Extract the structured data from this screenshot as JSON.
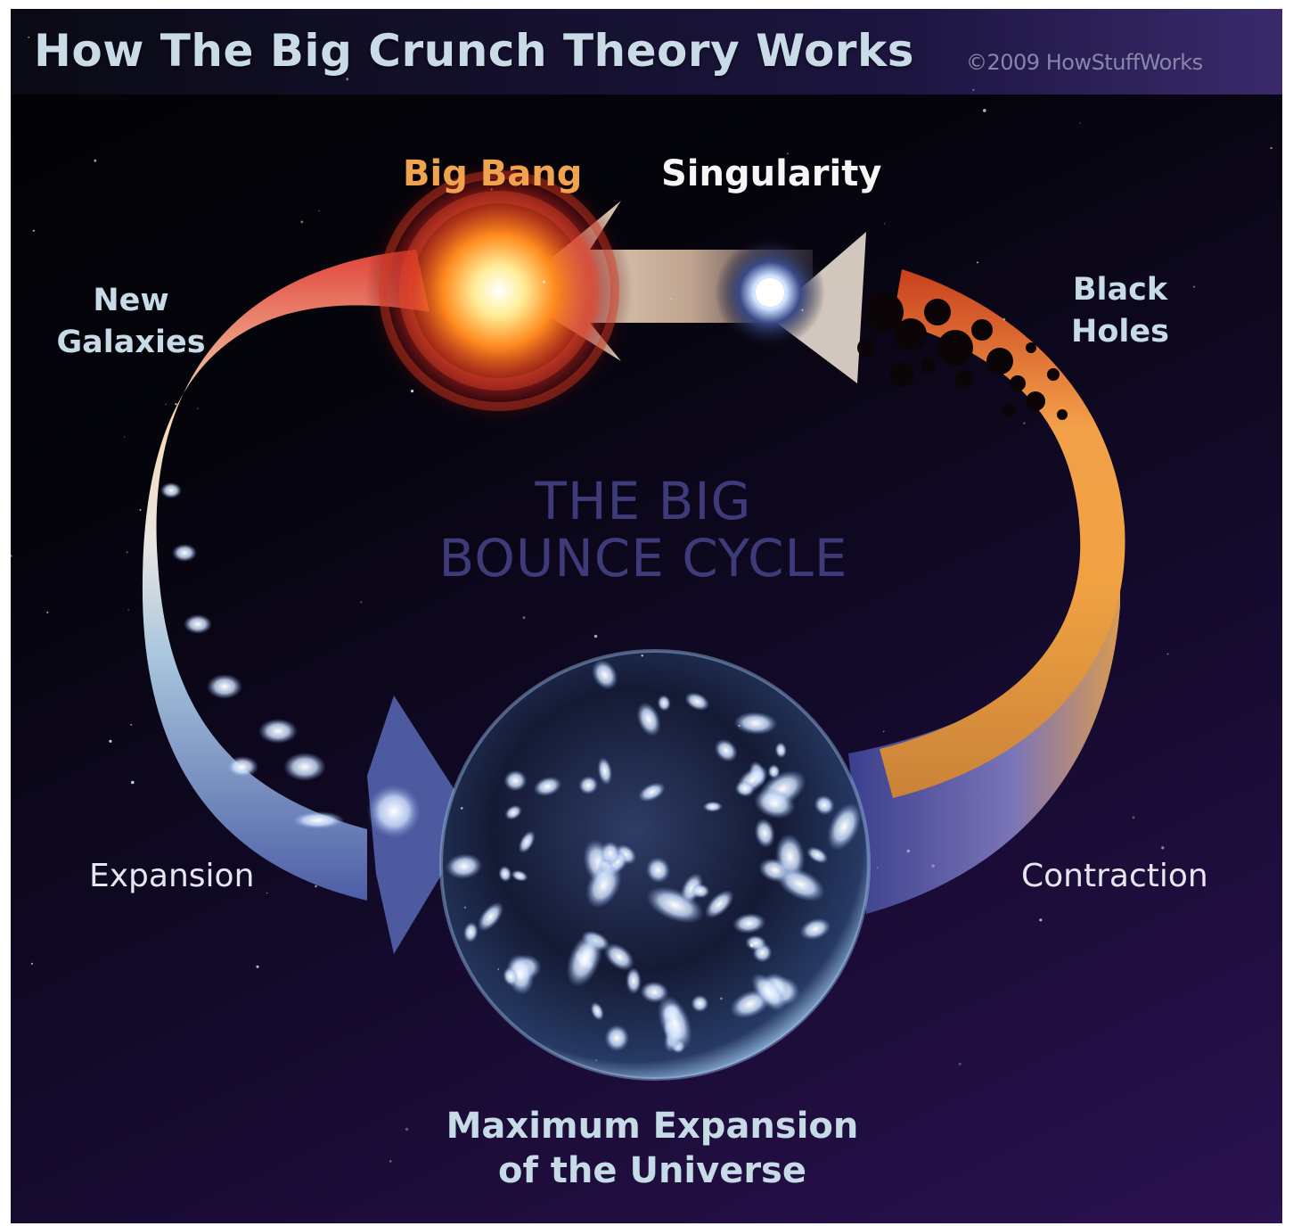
{
  "title": "How The Big Crunch Theory Works",
  "copyright": "©2009 HowStuffWorks",
  "labels": {
    "big_bang": "Big Bang",
    "singularity": "Singularity",
    "new_galaxies": "New\nGalaxies",
    "black_holes": "Black\nHoles",
    "cycle": "THE BIG\nBOUNCE CYCLE",
    "expansion": "Expansion",
    "contraction": "Contraction",
    "max_expansion": "Maximum Expansion\nof the Universe"
  },
  "colors": {
    "background_dark": "#020205",
    "background_purple": "#2a1150",
    "title": "#c9dbe6",
    "big_bang": "#f0a24e",
    "cycle_text": "#3e3b7a",
    "expansion_band": "#6f8fc0",
    "contraction_band": "#f0a040"
  }
}
